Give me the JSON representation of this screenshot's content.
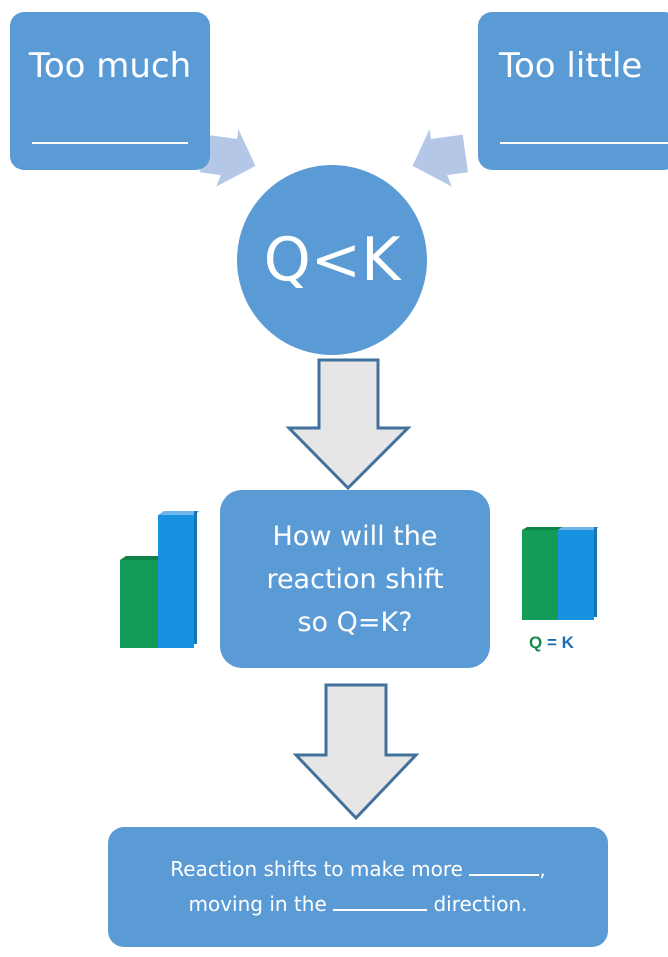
{
  "top_left_box": {
    "title": "Too much"
  },
  "top_right_box": {
    "title": "Too little"
  },
  "center_circle": {
    "text": "Q<K"
  },
  "question_box": {
    "text": "How will the\nreaction shift\nso Q=K?"
  },
  "result_box": {
    "line1_prefix": "Reaction shifts to make more ",
    "line1_suffix": ",",
    "line2_prefix": "moving in the ",
    "line2_suffix": " direction."
  },
  "right_bars": {
    "label": "Q = K"
  },
  "colors": {
    "box_fill": "#5b9bd5",
    "small_arrow": "#b4c7e7",
    "big_arrow_fill": "#e6e6e6",
    "big_arrow_stroke": "#41719c",
    "bar_green": "#129c57",
    "bar_blue": "#1791e0",
    "label_green": "#118a4d",
    "label_blue": "#1a6fb5"
  }
}
